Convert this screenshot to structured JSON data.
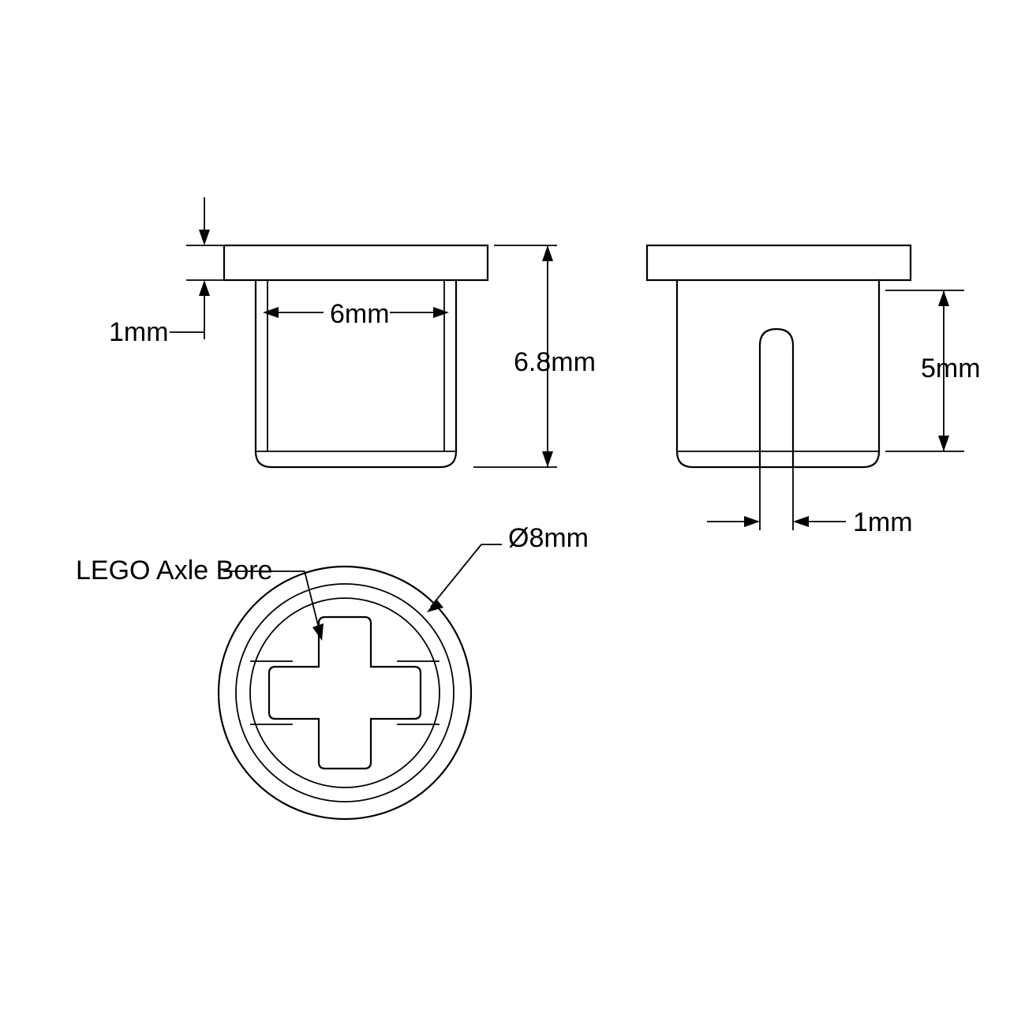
{
  "drawing": {
    "title": "LEGO axle bushing technical drawing",
    "line_color": "#000000",
    "background_color": "#ffffff",
    "views": [
      {
        "name": "front-section-view",
        "position": "top-left"
      },
      {
        "name": "side-section-view",
        "position": "top-right"
      },
      {
        "name": "bottom-end-view",
        "position": "bottom-center"
      }
    ]
  },
  "dimensions": {
    "flange_thickness": "1mm",
    "bore_width": "6mm",
    "overall_height": "6.8mm",
    "body_height": "5mm",
    "slot_width": "1mm",
    "outer_diameter": "Ø8mm"
  },
  "annotations": {
    "axle_bore": "LEGO Axle Bore"
  }
}
